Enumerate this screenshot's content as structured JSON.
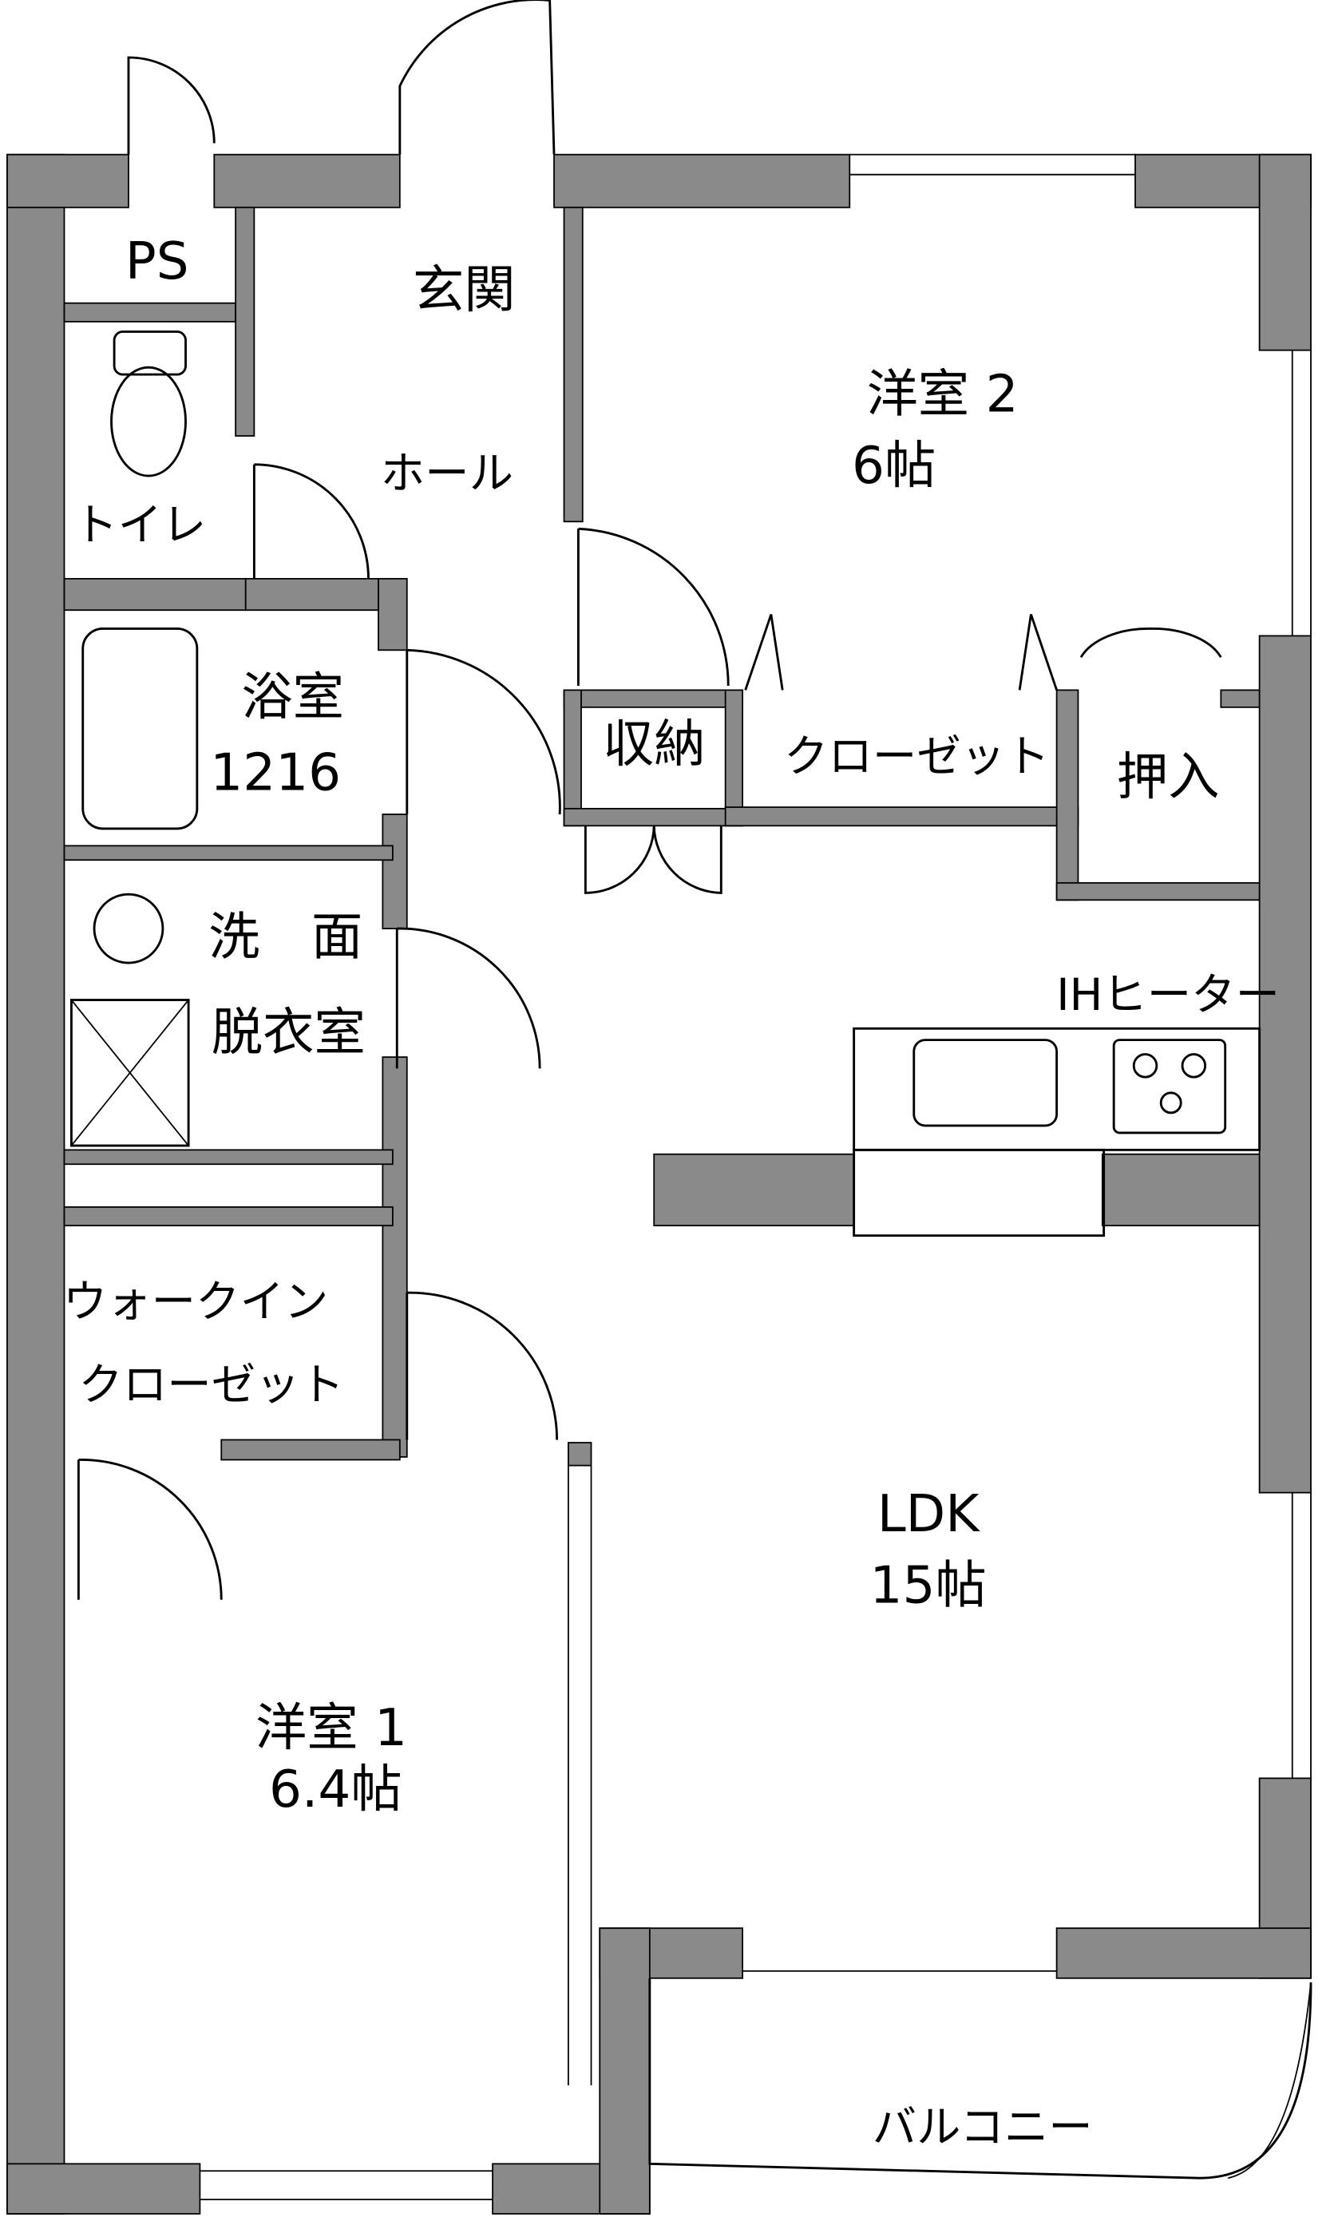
{
  "rooms": {
    "ps": "PS",
    "genkan": "玄関",
    "hall": "ホール",
    "toilet": "トイレ",
    "bath": "浴室",
    "bath_size": "1216",
    "washroom_1": "洗　面",
    "washroom_2": "脱衣室",
    "storage": "収納",
    "closet": "クローゼット",
    "oshiire": "押入",
    "western2": "洋室 2",
    "western2_size": "6帖",
    "ih_heater": "IHヒーター",
    "walkin_1": "ウォークイン",
    "walkin_2": "クローゼット",
    "ldk": "LDK",
    "ldk_size": "15帖",
    "western1": "洋室 1",
    "western1_size": "6.4帖",
    "balcony": "バルコニー"
  },
  "colors": {
    "wall": "#8a8a8a"
  }
}
